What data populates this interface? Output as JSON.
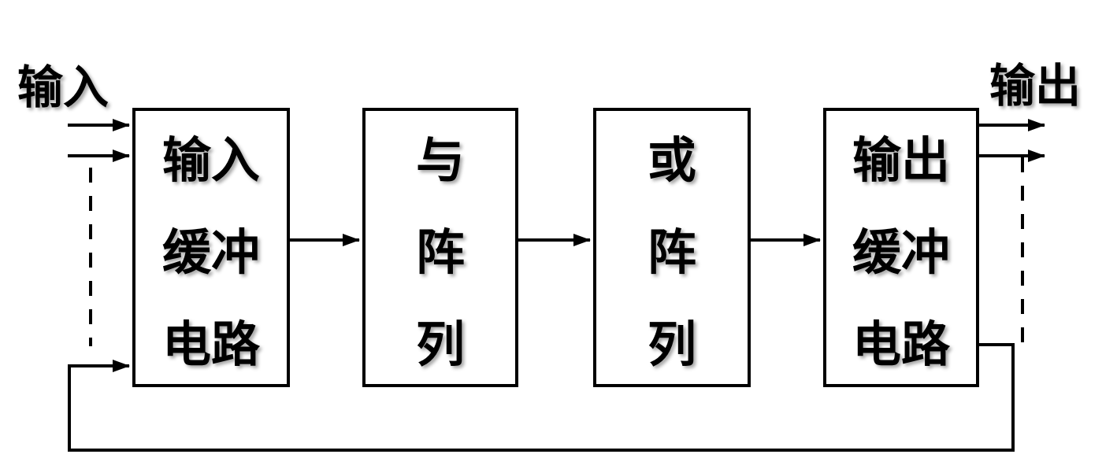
{
  "page": {
    "background_color": "#ffffff",
    "line_color": "#000000",
    "text_color": "#000000"
  },
  "diagram": {
    "input_label": "输入",
    "output_label": "输出",
    "blocks": [
      {
        "id": "input-buffer",
        "lines": [
          "输入",
          "缓冲",
          "电路"
        ]
      },
      {
        "id": "and-array",
        "lines": [
          "与",
          "阵",
          "列"
        ]
      },
      {
        "id": "or-array",
        "lines": [
          "或",
          "阵",
          "列"
        ]
      },
      {
        "id": "output-buffer",
        "lines": [
          "输出",
          "缓冲",
          "电路"
        ]
      }
    ],
    "connections": [
      {
        "from": "input",
        "to": "input-buffer",
        "style": "solid-arrow",
        "count": 2
      },
      {
        "from": "input",
        "to": "input-buffer",
        "style": "dashed-line",
        "count": 1
      },
      {
        "from": "input-buffer",
        "to": "and-array",
        "style": "solid-arrow",
        "count": 1
      },
      {
        "from": "and-array",
        "to": "or-array",
        "style": "solid-arrow",
        "count": 1
      },
      {
        "from": "or-array",
        "to": "output-buffer",
        "style": "solid-arrow",
        "count": 1
      },
      {
        "from": "output-buffer",
        "to": "output",
        "style": "solid-arrow",
        "count": 2
      },
      {
        "from": "output-buffer",
        "to": "output",
        "style": "dashed-line",
        "count": 1
      },
      {
        "from": "output-buffer",
        "to": "input-buffer",
        "style": "feedback-solid-arrow",
        "count": 1
      }
    ]
  }
}
